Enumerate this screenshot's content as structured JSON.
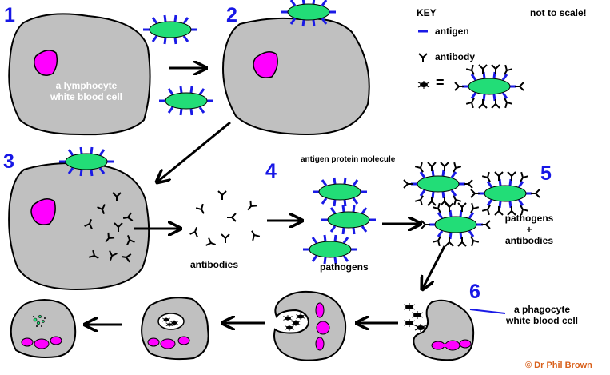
{
  "steps": [
    "1",
    "2",
    "3",
    "4",
    "5",
    "6"
  ],
  "key": {
    "title": "KEY",
    "scale_note": "not to scale!",
    "antigen_label": "antigen",
    "antibody_label": "antibody",
    "equals": "="
  },
  "labels": {
    "lymphocyte_line1": "a lymphocyte",
    "lymphocyte_line2": "white blood cell",
    "antigen_protein": "antigen protein molecule",
    "antibodies": "antibodies",
    "pathogens": "pathogens",
    "pathogens_antibodies_line1": "pathogens",
    "pathogens_antibodies_plus": "+",
    "pathogens_antibodies_line2": "antibodies",
    "phagocyte_line1": "a phagocyte",
    "phagocyte_line2": "white blood cell"
  },
  "copyright": "© Dr Phil Brown",
  "colors": {
    "cell_fill": "#c0c0c0",
    "nucleus": "#ff00ff",
    "pathogen": "#22dd77",
    "antigen": "#1a1ae6",
    "step_number": "#1717e6",
    "copyright": "#d9611c"
  }
}
